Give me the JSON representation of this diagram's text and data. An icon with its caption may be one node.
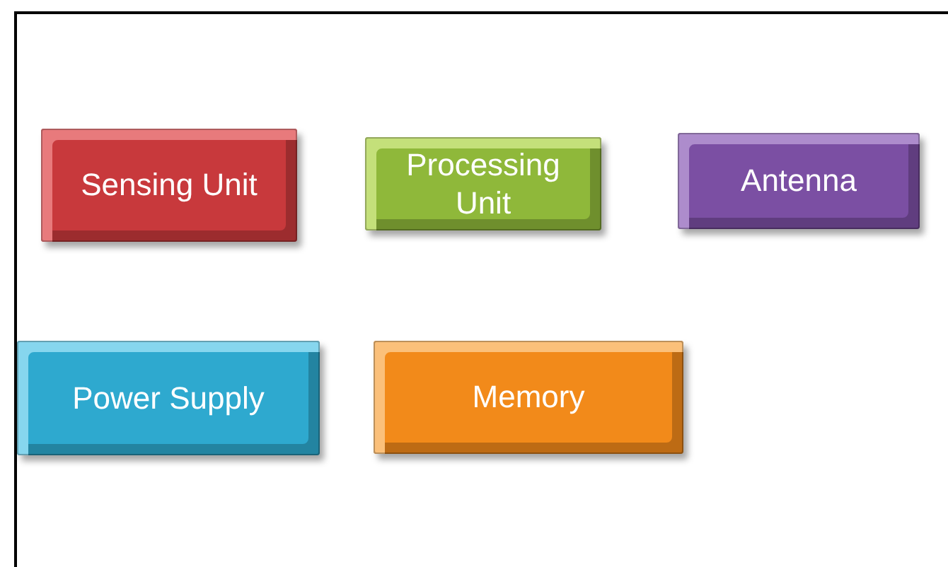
{
  "diagram": {
    "nodes": [
      {
        "text": [
          "Sensing Unit"
        ]
      },
      {
        "text": [
          "Processing Unit"
        ]
      },
      {
        "text": [
          "Antenna"
        ]
      },
      {
        "text": [
          "Power Supply"
        ]
      },
      {
        "text": [
          "Memory"
        ]
      }
    ]
  }
}
